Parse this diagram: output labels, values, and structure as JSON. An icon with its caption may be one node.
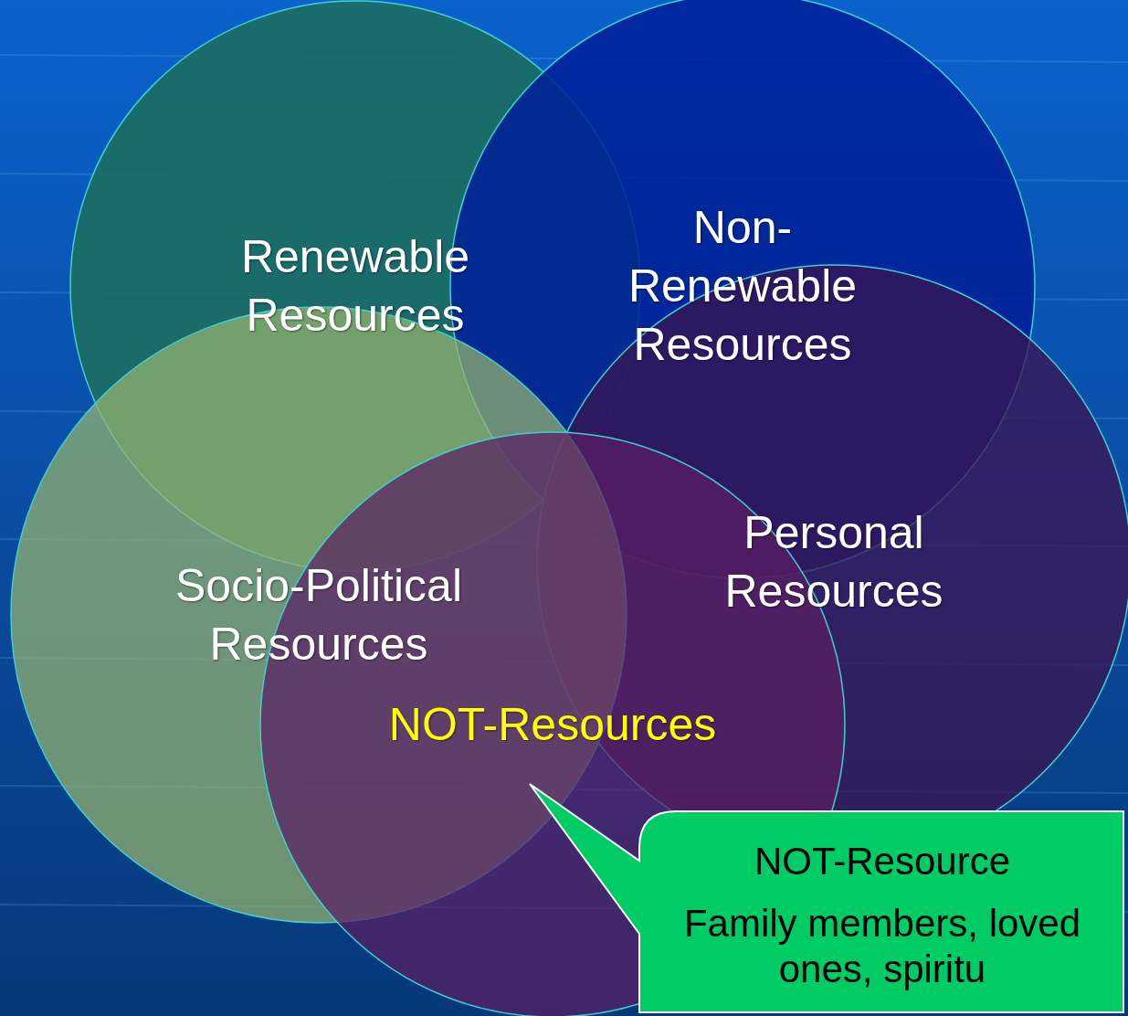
{
  "diagram": {
    "nodes": [
      {
        "text": [
          "Renewable Resources"
        ]
      },
      {
        "text": [
          "Non-Renewable Resources"
        ]
      },
      {
        "text": [
          "Personal Resources"
        ]
      },
      {
        "text": [
          "Socio-Political Resources"
        ]
      },
      {
        "text": [
          "NOT-Resources"
        ]
      },
      {
        "text": [
          "NOT-Resource",
          "Family members, loved ones, spiritu"
        ]
      }
    ]
  }
}
